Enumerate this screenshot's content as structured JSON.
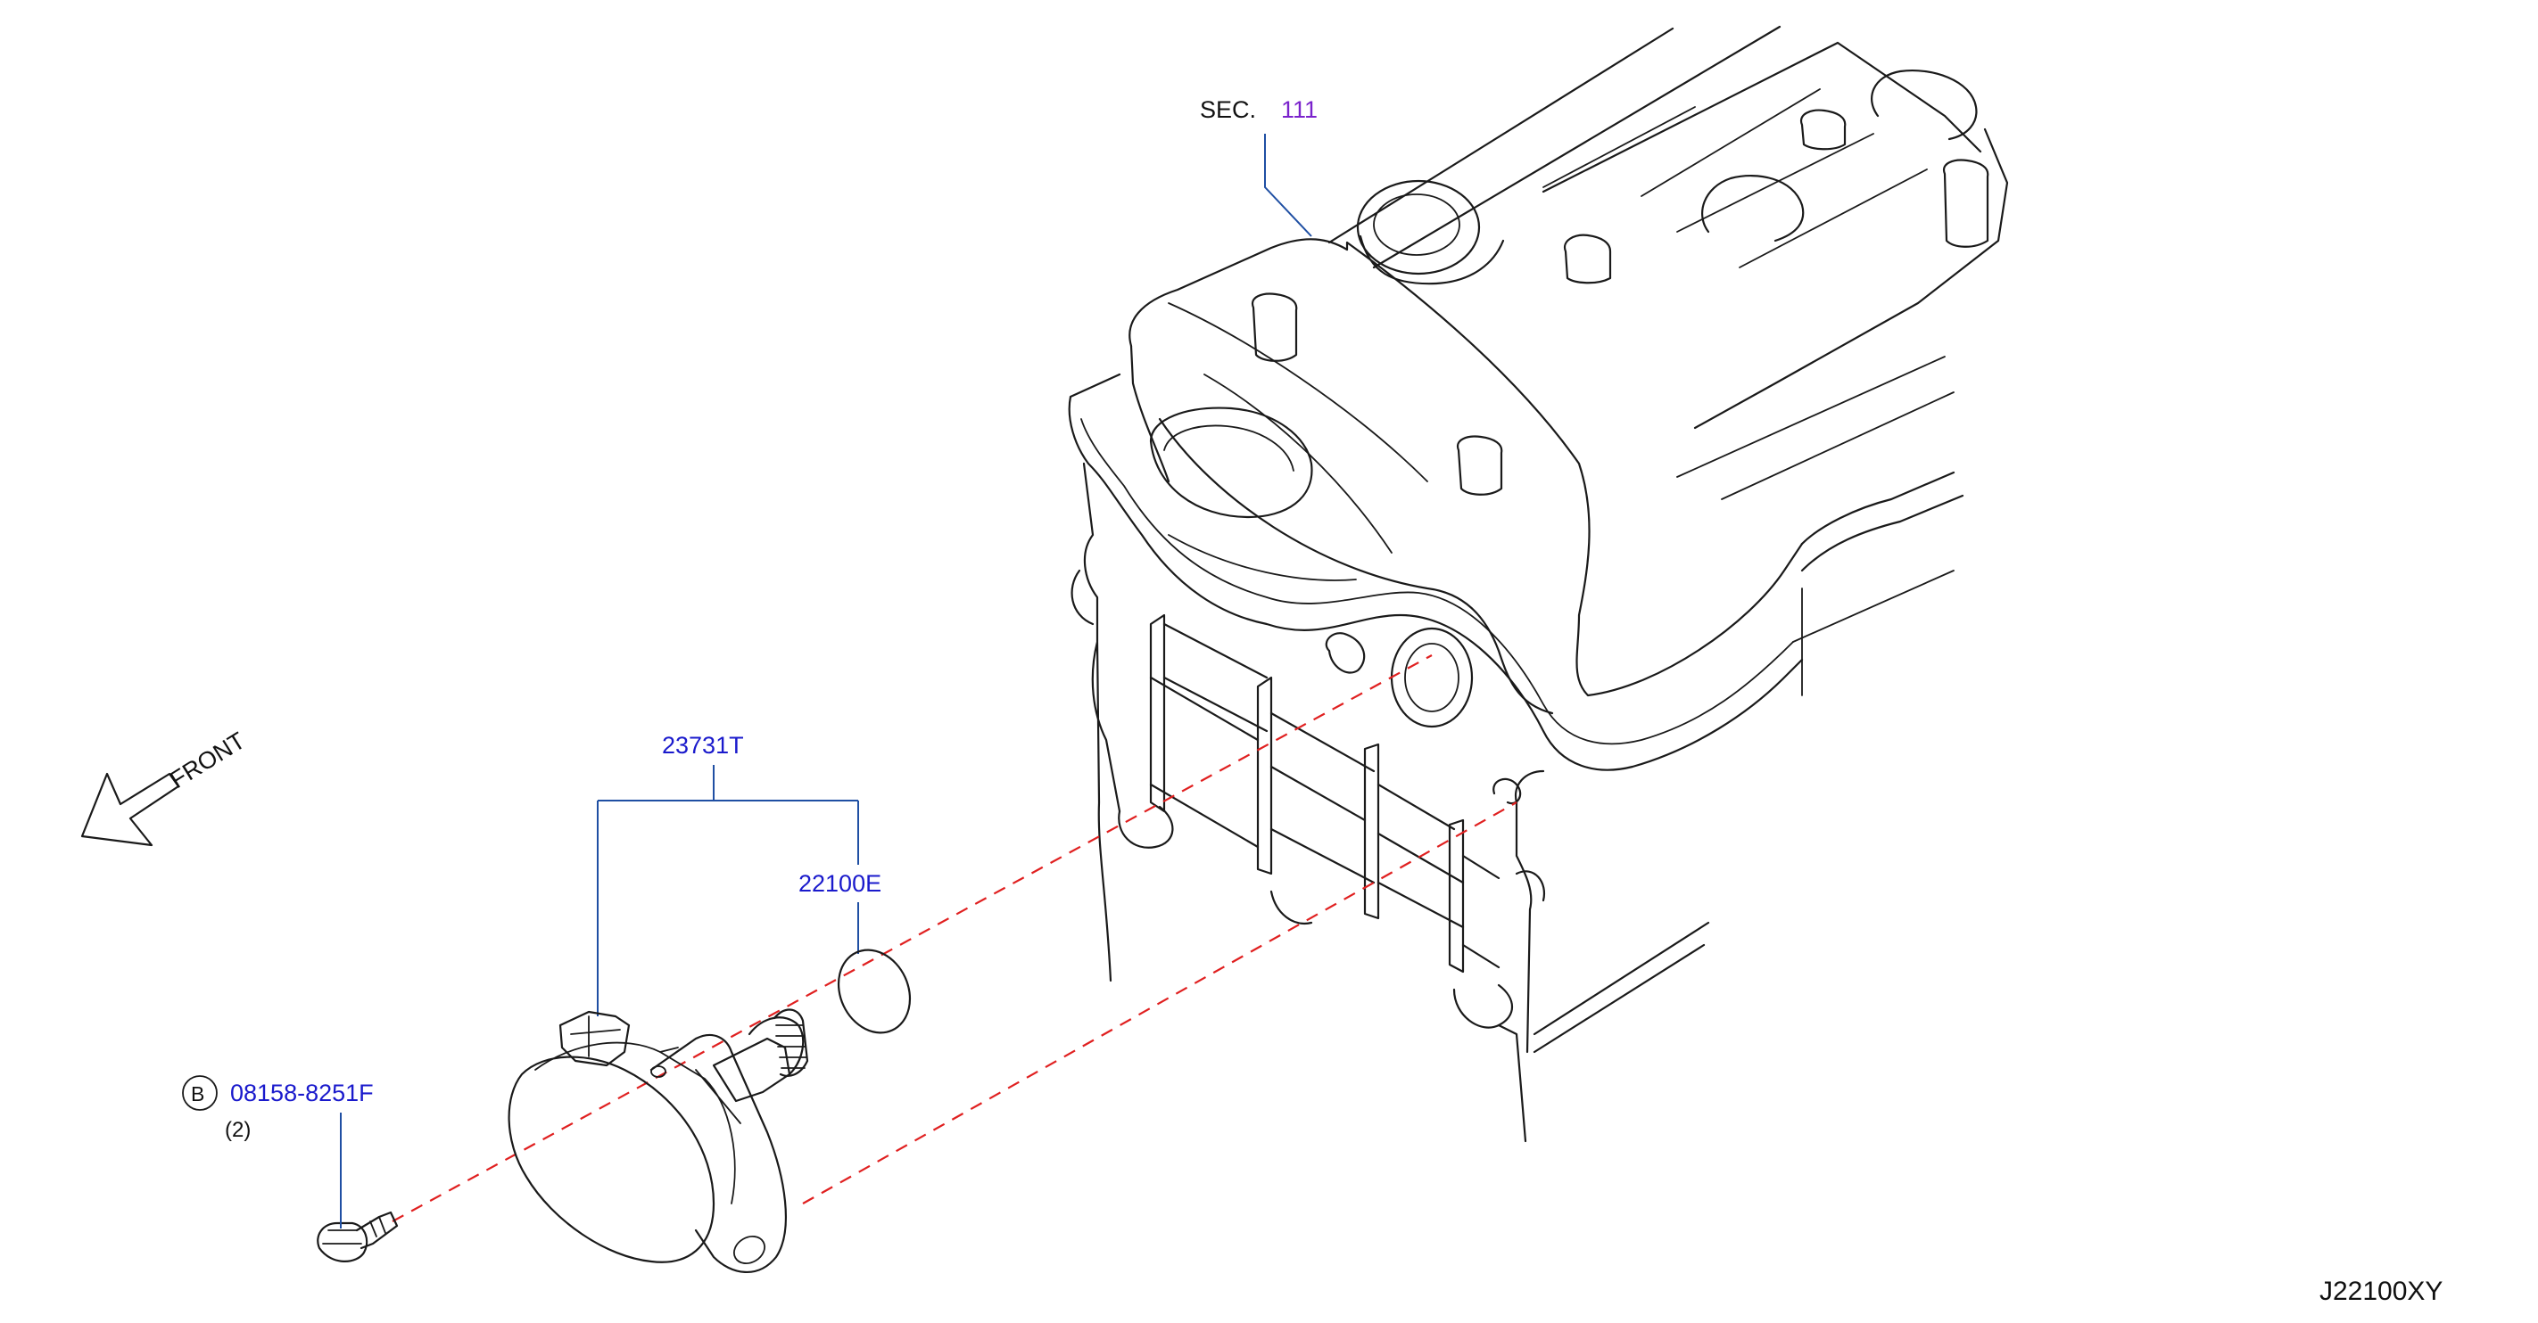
{
  "labels": {
    "sec_prefix": "SEC.",
    "sec_number": "111",
    "front": "FRONT",
    "sensor_assembly": "23731T",
    "seal_ring": "22100E",
    "bolt_circle": "B",
    "bolt_part": "08158-8251F",
    "bolt_qty": "(2)",
    "diagram_code": "J22100XY"
  },
  "colors": {
    "part_number": "#1a1acc",
    "section_ref": "#7a22cc",
    "leader_line": "#1f4fa3",
    "alignment_dash": "#e02020",
    "line_art": "#1a1a1a"
  }
}
